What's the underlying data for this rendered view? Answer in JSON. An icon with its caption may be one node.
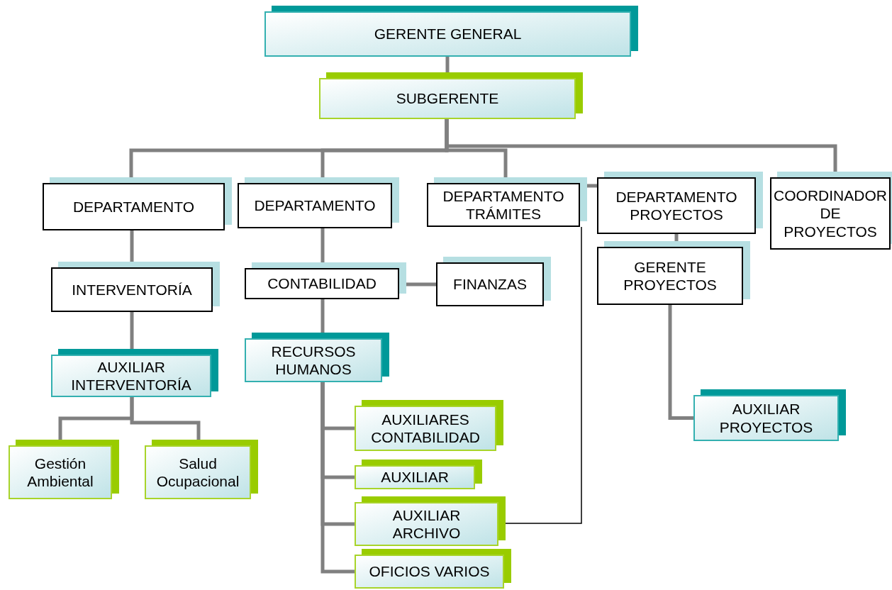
{
  "diagram": {
    "nodes": [
      {
        "text": [
          "GERENTE GENERAL"
        ]
      },
      {
        "text": [
          "SUBGERENTE"
        ]
      },
      {
        "text": [
          "DEPARTAMENTO"
        ]
      },
      {
        "text": [
          "DEPARTAMENTO"
        ]
      },
      {
        "text": [
          "DEPARTAMENTO TRÁMITES"
        ]
      },
      {
        "text": [
          "DEPARTAMENTO PROYECTOS"
        ]
      },
      {
        "text": [
          "COORDINADOR DE PROYECTOS"
        ]
      },
      {
        "text": [
          "INTERVENTORÍA"
        ]
      },
      {
        "text": [
          "CONTABILIDAD"
        ]
      },
      {
        "text": [
          "FINANZAS"
        ]
      },
      {
        "text": [
          "GERENTE PROYECTOS"
        ]
      },
      {
        "text": [
          "AUXILIAR INTERVENTORÍA"
        ]
      },
      {
        "text": [
          "RECURSOS HUMANOS"
        ]
      },
      {
        "text": [
          "Gestión Ambiental"
        ]
      },
      {
        "text": [
          "Salud Ocupacional"
        ]
      },
      {
        "text": [
          "AUXILIARES CONTABILIDAD"
        ]
      },
      {
        "text": [
          "AUXILIAR"
        ]
      },
      {
        "text": [
          "AUXILIAR ARCHIVO"
        ]
      },
      {
        "text": [
          "OFICIOS VARIOS"
        ]
      },
      {
        "text": [
          "AUXILIAR PROYECTOS"
        ]
      }
    ],
    "edges": [
      {
        "from": 0,
        "to": 1,
        "arrow": "none"
      },
      {
        "from": 1,
        "to": 2,
        "arrow": "none"
      },
      {
        "from": 1,
        "to": 3,
        "arrow": "none"
      },
      {
        "from": 1,
        "to": 4,
        "arrow": "none"
      },
      {
        "from": 1,
        "to": 6,
        "arrow": "none"
      },
      {
        "from": 4,
        "to": 5,
        "arrow": "none"
      },
      {
        "from": 5,
        "to": 10,
        "arrow": "none"
      },
      {
        "from": 2,
        "to": 7,
        "arrow": "none"
      },
      {
        "from": 7,
        "to": 11,
        "arrow": "none"
      },
      {
        "from": 11,
        "to": 13,
        "arrow": "none"
      },
      {
        "from": 11,
        "to": 14,
        "arrow": "none"
      },
      {
        "from": 3,
        "to": 8,
        "arrow": "none"
      },
      {
        "from": 8,
        "to": 9,
        "arrow": "none"
      },
      {
        "from": 8,
        "to": 12,
        "arrow": "none"
      },
      {
        "from": 12,
        "to": 15,
        "arrow": "none"
      },
      {
        "from": 12,
        "to": 16,
        "arrow": "none"
      },
      {
        "from": 12,
        "to": 17,
        "arrow": "none"
      },
      {
        "from": 12,
        "to": 18,
        "arrow": "none"
      },
      {
        "from": 10,
        "to": 19,
        "arrow": "none"
      },
      {
        "from": 4,
        "to": 17,
        "arrow": "none",
        "color": "#000000"
      }
    ]
  }
}
